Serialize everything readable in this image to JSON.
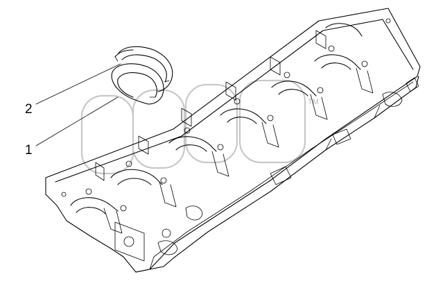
{
  "callouts": [
    {
      "number": "2"
    },
    {
      "number": "1"
    }
  ],
  "watermark": {
    "text": "TM"
  }
}
